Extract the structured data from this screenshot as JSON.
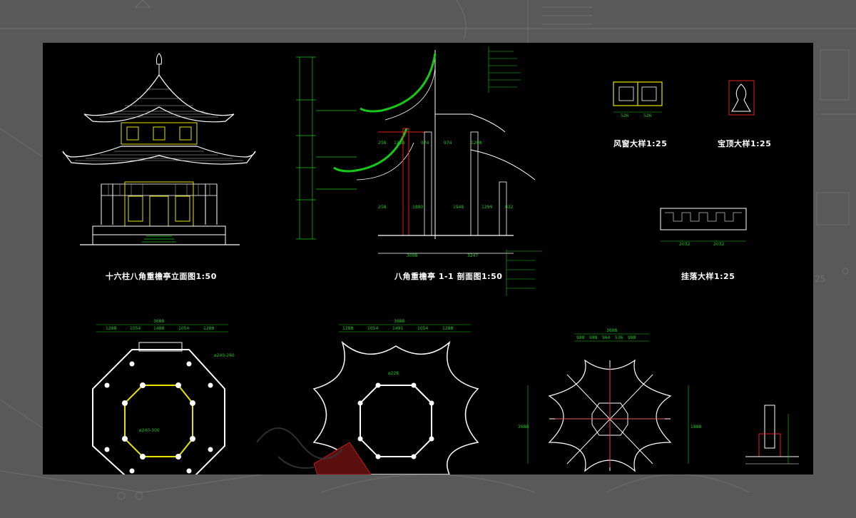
{
  "drawing": {
    "captions": {
      "elevation": "十六柱八角重檐亭立面图1:50",
      "section": "八角重檐亭 1-1 剖面图1:50",
      "window_detail": "风窗大样1:25",
      "finial_detail": "宝顶大样1:25",
      "hanging_detail": "挂落大样1:25"
    },
    "dimensions": {
      "plan1_top": [
        "1288",
        "1054",
        "1488",
        "1054",
        "1288"
      ],
      "plan1_overall": "3688",
      "plan2_overall": "3688",
      "plan2_top": [
        "1288",
        "1054",
        "1491",
        "1054",
        "1288"
      ],
      "plan3_overall": "3688",
      "plan3_top": [
        "988",
        "988",
        "964",
        "536",
        "988"
      ],
      "section_bottom": [
        "3008",
        "3247"
      ],
      "section_mid": [
        "258",
        "1880",
        "1948",
        "1299",
        "832"
      ],
      "section_upper": [
        "258",
        "1288",
        "974",
        "974",
        "1298"
      ],
      "window_dims": [
        "526",
        "526"
      ],
      "hanging_dims": [
        "2032",
        "2032"
      ],
      "plan1_labels": [
        "ø240-260",
        "ø240-300"
      ],
      "plan2_label": "ø228",
      "plan3_side": [
        "3688",
        "1888"
      ]
    },
    "ghost_label": "25"
  }
}
